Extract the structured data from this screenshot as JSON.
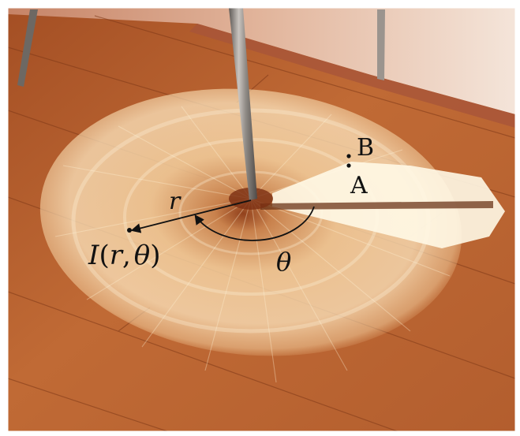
{
  "labels": {
    "r": "r",
    "intensity_I": "I",
    "intensity_open": "(",
    "intensity_r": "r",
    "intensity_comma": ",",
    "intensity_theta": "θ",
    "intensity_close": ")",
    "theta": "θ",
    "point_A": "A",
    "point_B": "B"
  },
  "colors": {
    "floor_base": "#b8602f",
    "floor_dark": "#8a3f1c",
    "floor_light": "#d98a52",
    "wall": "#f2e3d6",
    "skirting": "#c9b9aa",
    "caustic_light": "#fff3d6",
    "caustic_glow": "#f6d7a6",
    "shadow_line": "#6b3418",
    "rod": "#8e8a86",
    "annotation": "#111111"
  },
  "icons": {
    "center_rod": "metal-rod",
    "light_pattern": "radial-caustic-disk",
    "arrow": "radius-arrow"
  }
}
